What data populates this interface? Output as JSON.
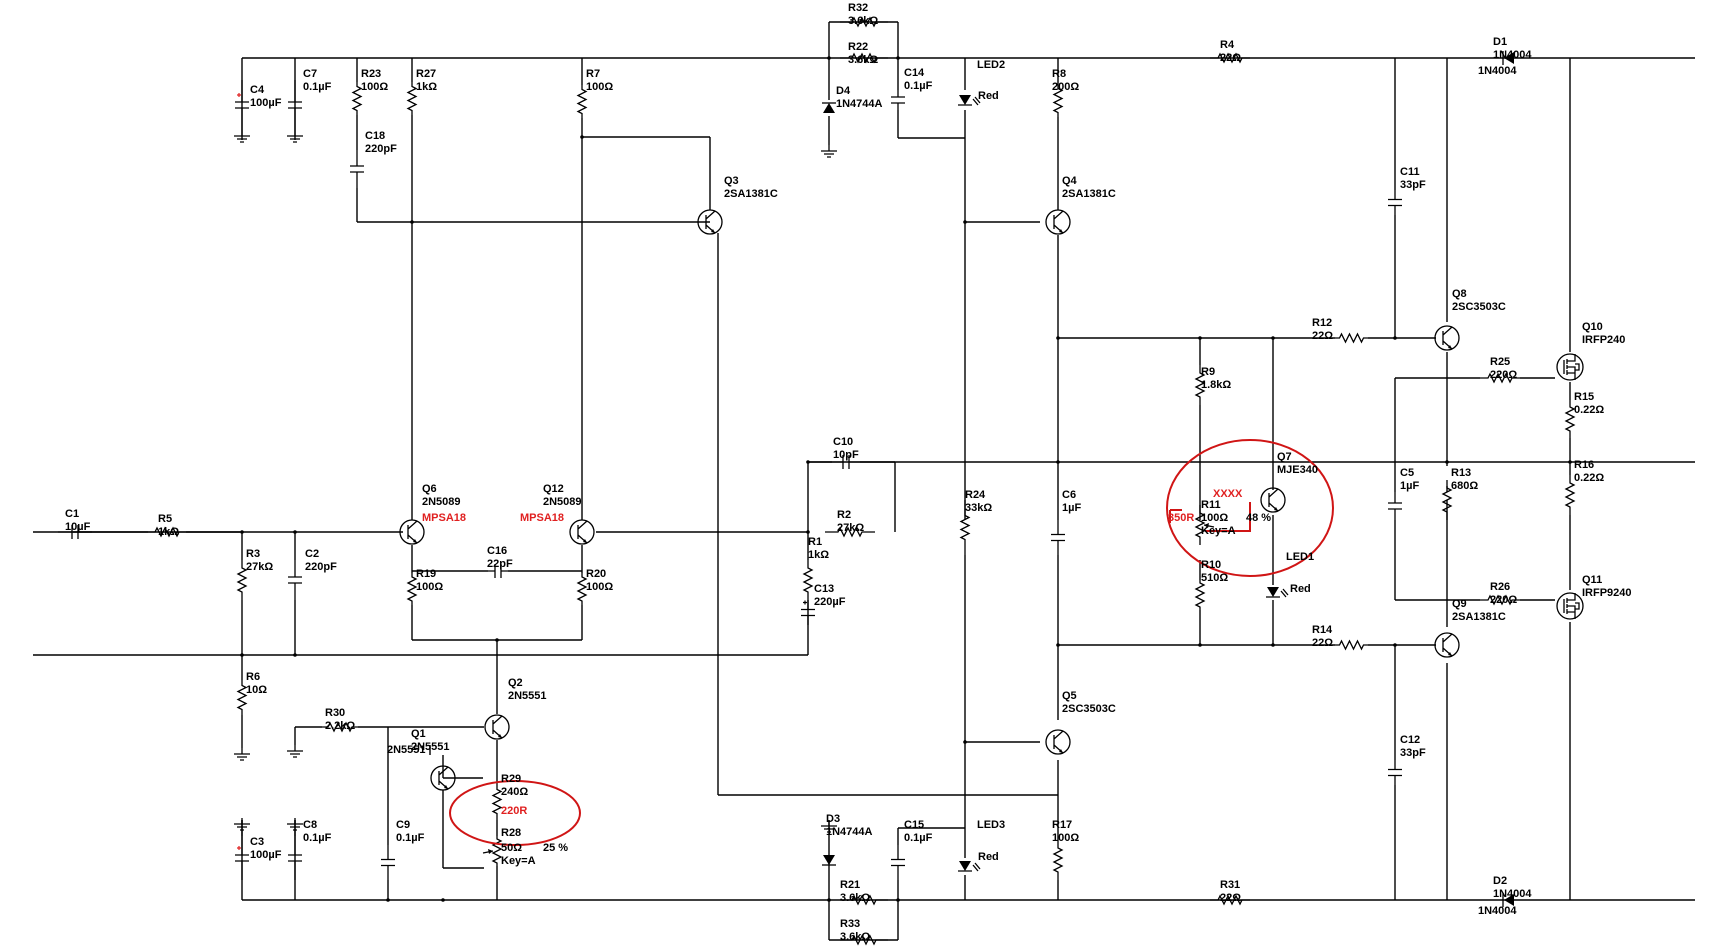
{
  "labels": {
    "C1": [
      "C1",
      "10µF"
    ],
    "R5": [
      "R5",
      "1kΩ"
    ],
    "R3": [
      "R3",
      "27kΩ"
    ],
    "C2": [
      "C2",
      "220pF"
    ],
    "R6": [
      "R6",
      "10Ω"
    ],
    "C4": [
      "C4",
      "100µF"
    ],
    "C7": [
      "C7",
      "0.1µF"
    ],
    "R23": [
      "R23",
      "100Ω"
    ],
    "C18": [
      "C18",
      "220pF"
    ],
    "R27": [
      "R27",
      "1kΩ"
    ],
    "R7": [
      "R7",
      "100Ω"
    ],
    "Q3": [
      "Q3",
      "2SA1381C"
    ],
    "Q6": [
      "Q6",
      "2N5089"
    ],
    "Q12": [
      "Q12",
      "2N5089"
    ],
    "C16": [
      "C16",
      "22pF"
    ],
    "R19": [
      "R19",
      "100Ω"
    ],
    "R20": [
      "R20",
      "100Ω"
    ],
    "R32": [
      "R32",
      "3.6kΩ"
    ],
    "R22": [
      "R22",
      "3.6kΩ"
    ],
    "D4": [
      "D4",
      "1N4744A"
    ],
    "C14": [
      "C14",
      "0.1µF"
    ],
    "LED2": [
      "LED2",
      "Red"
    ],
    "R8": [
      "R8",
      "200Ω"
    ],
    "Q4": [
      "Q4",
      "2SA1381C"
    ],
    "C10": [
      "C10",
      "10pF"
    ],
    "R2": [
      "R2",
      "27kΩ"
    ],
    "R1": [
      "R1",
      "1kΩ"
    ],
    "C13": [
      "C13",
      "220µF"
    ],
    "R24": [
      "R24",
      "33kΩ"
    ],
    "C6": [
      "C6",
      "1µF"
    ],
    "Q2": [
      "Q2",
      "2N5551"
    ],
    "Q1": [
      "Q1",
      "2N5551"
    ],
    "R30": [
      "R30",
      "2.2kΩ"
    ],
    "R29": [
      "R29",
      "240Ω"
    ],
    "R28": [
      "R28",
      "50Ω",
      "Key=A",
      "25 %"
    ],
    "C3": [
      "C3",
      "100µF"
    ],
    "C8": [
      "C8",
      "0.1µF"
    ],
    "C9": [
      "C9",
      "0.1µF"
    ],
    "D3": [
      "D3",
      "1N4744A"
    ],
    "C15": [
      "C15",
      "0.1µF"
    ],
    "LED3": [
      "LED3",
      "Red"
    ],
    "R21": [
      "R21",
      "3.6kΩ"
    ],
    "R33": [
      "R33",
      "3.6kΩ"
    ],
    "Q5": [
      "Q5",
      "2SC3503C"
    ],
    "R17": [
      "R17",
      "100Ω"
    ],
    "R4": [
      "R4",
      "22Ω"
    ],
    "R31": [
      "R31",
      "22Ω"
    ],
    "D1": [
      "D1",
      "1N4004"
    ],
    "D2": [
      "D2",
      "1N4004"
    ],
    "C11": [
      "C11",
      "33pF"
    ],
    "C12": [
      "C12",
      "33pF"
    ],
    "Q8": [
      "Q8",
      "2SC3503C"
    ],
    "Q9": [
      "Q9",
      "2SA1381C"
    ],
    "R12": [
      "R12",
      "22Ω"
    ],
    "R14": [
      "R14",
      "22Ω"
    ],
    "R9": [
      "R9",
      "1.8kΩ"
    ],
    "Q7": [
      "Q7",
      "MJE340"
    ],
    "R11": [
      "R11",
      "100Ω",
      "Key=A",
      "48 %"
    ],
    "R10": [
      "R10",
      "510Ω"
    ],
    "LED1": [
      "LED1",
      "Red"
    ],
    "C5": [
      "C5",
      "1µF"
    ],
    "R13": [
      "R13",
      "680Ω"
    ],
    "R25": [
      "R25",
      "220Ω"
    ],
    "R26": [
      "R26",
      "220Ω"
    ],
    "Q10": [
      "Q10",
      "IRFP240"
    ],
    "Q11": [
      "Q11",
      "IRFP9240"
    ],
    "R15": [
      "R15",
      "0.22Ω"
    ],
    "R16": [
      "R16",
      "0.22Ω"
    ]
  },
  "annotations": {
    "q6_sub": "MPSA18",
    "q12_sub": "MPSA18",
    "r29_sub": "220R",
    "r11_sub": "350R",
    "q7_sub": "XXXX"
  },
  "colors": {
    "ink": "#000000",
    "markup": "#d01515"
  }
}
